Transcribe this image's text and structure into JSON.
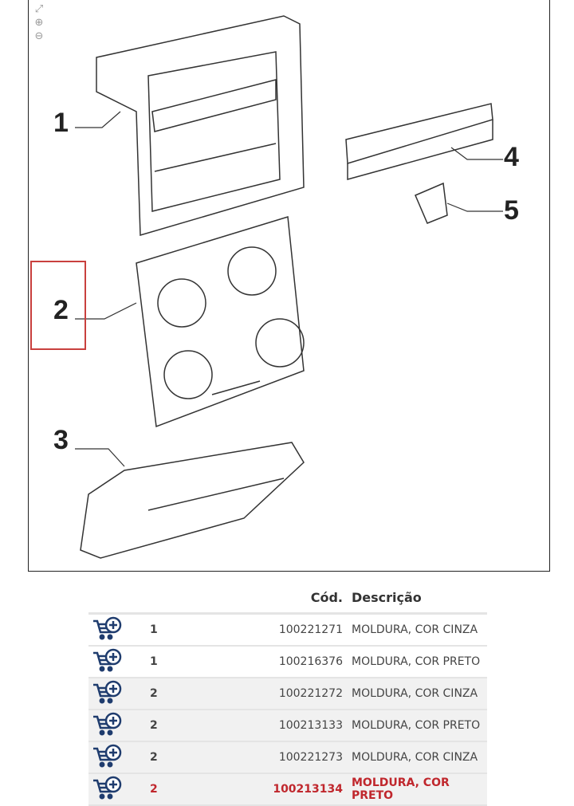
{
  "viewer": {
    "tools": [
      {
        "icon": "fit-icon",
        "glyph": "⤢"
      },
      {
        "icon": "zoom-in-icon",
        "glyph": "⊕"
      },
      {
        "icon": "zoom-out-icon",
        "glyph": "⊖"
      }
    ]
  },
  "diagram": {
    "callouts": [
      "1",
      "2",
      "3",
      "4",
      "5"
    ],
    "selected_callout": "2",
    "highlight_color": "#c9403e"
  },
  "table": {
    "headers": {
      "cart": "",
      "qty": "",
      "code": "Cód.",
      "desc": "Descrição"
    },
    "rows": [
      {
        "qty": "1",
        "code": "100221271",
        "desc": "MOLDURA, COR CINZA",
        "highlight": false
      },
      {
        "qty": "1",
        "code": "100216376",
        "desc": "MOLDURA, COR PRETO",
        "highlight": false
      },
      {
        "qty": "2",
        "code": "100221272",
        "desc": "MOLDURA, COR CINZA",
        "highlight": false
      },
      {
        "qty": "2",
        "code": "100213133",
        "desc": "MOLDURA, COR PRETO",
        "highlight": false
      },
      {
        "qty": "2",
        "code": "100221273",
        "desc": "MOLDURA, COR CINZA",
        "highlight": false
      },
      {
        "qty": "2",
        "code": "100213134",
        "desc": "MOLDURA, COR PRETO",
        "highlight": true
      }
    ]
  },
  "colors": {
    "cart": "#1f3c6e",
    "highlight": "#c0272d"
  }
}
